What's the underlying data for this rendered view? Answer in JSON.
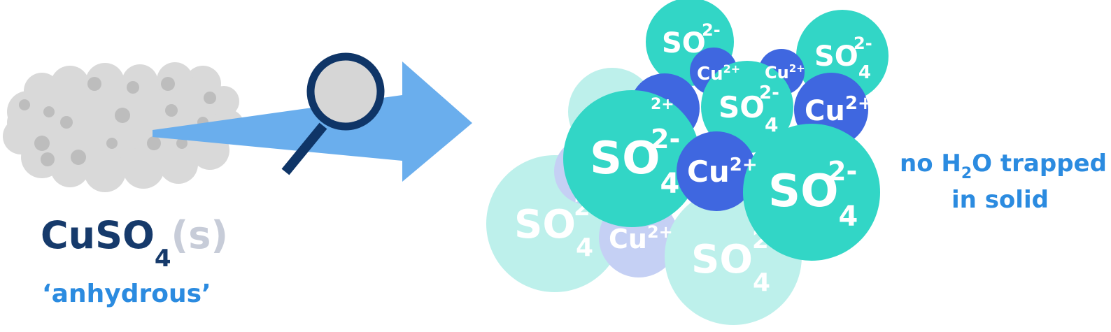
{
  "formula": {
    "main": "CuSO",
    "subscript": "4",
    "state": "(s)",
    "caption": "‘anhydrous’"
  },
  "ions": {
    "sulfate": {
      "symbol": "SO",
      "subscript": "4",
      "charge": "2-"
    },
    "copper": {
      "symbol": "Cu",
      "charge": "2+"
    }
  },
  "note": {
    "line1_prefix": "no H",
    "line1_subscript": "2",
    "line1_suffix": "O trapped",
    "line2": "in solid"
  },
  "colors": {
    "formula_text": "#163a6b",
    "state_text": "#c7ccd8",
    "caption_text": "#2b8be0",
    "note_text": "#2b8be0",
    "arrow": "#6aaeed",
    "magnifier_ring": "#0f3567",
    "magnifier_lens": "#d6d6d6",
    "powder": "#d9d9d9",
    "powder_dark": "#bdbdbd",
    "sulfate": "#32d6c6",
    "sulfate_faded": "#bdf0eb",
    "copper": "#3f67e0",
    "copper_faded": "#c5d0f4",
    "ion_text": "#ffffff"
  }
}
